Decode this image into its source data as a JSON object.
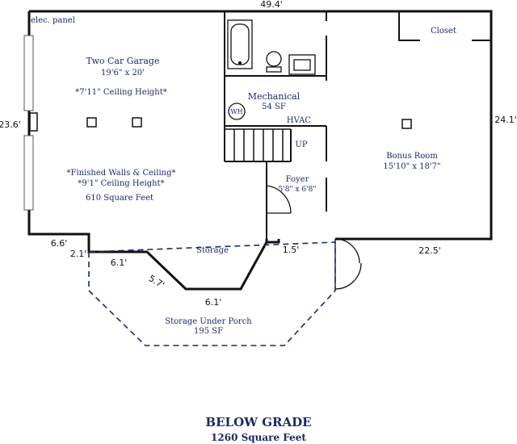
{
  "dimensions": {
    "top": "49.4'",
    "left": "23.6'",
    "right": "24.1'",
    "garage_step_horizontal": "6.6'",
    "garage_step_vertical": "2.1'",
    "porch_left": "6.1'",
    "porch_diagonal": "5.7'",
    "porch_bottom": "6.1'",
    "foyer_step": "1.5'",
    "bottom_right": "22.5'"
  },
  "rooms": {
    "elec_panel": "elec. panel",
    "garage_name": "Two Car Garage",
    "garage_size": "19'6\" x 20'",
    "garage_ceiling": "*7'11\" Ceiling Height*",
    "garage_finish": "*Finished Walls & Ceiling*",
    "garage_ceiling_2": "*9'1\" Ceiling Height*",
    "garage_area": "610 Square Feet",
    "mechanical_name": "Mechanical",
    "mechanical_area": "54 SF",
    "water_heater": "WH",
    "hvac": "HVAC",
    "stairs_up": "UP",
    "foyer_name": "Foyer",
    "foyer_size": "5'8\" x 6'8\"",
    "bonus_name": "Bonus Room",
    "bonus_size": "15'10\" x 18'7\"",
    "closet": "Closet",
    "storage": "Storage",
    "porch_storage_name": "Storage Under Porch",
    "porch_storage_area": "195 SF"
  },
  "footer": {
    "title": "BELOW GRADE",
    "subtitle": "1260 Square Feet"
  },
  "colors": {
    "wall": "#111111",
    "label": "#1c2a66",
    "dashed_outline": "#1c2a66",
    "garage_door": "#555555"
  }
}
